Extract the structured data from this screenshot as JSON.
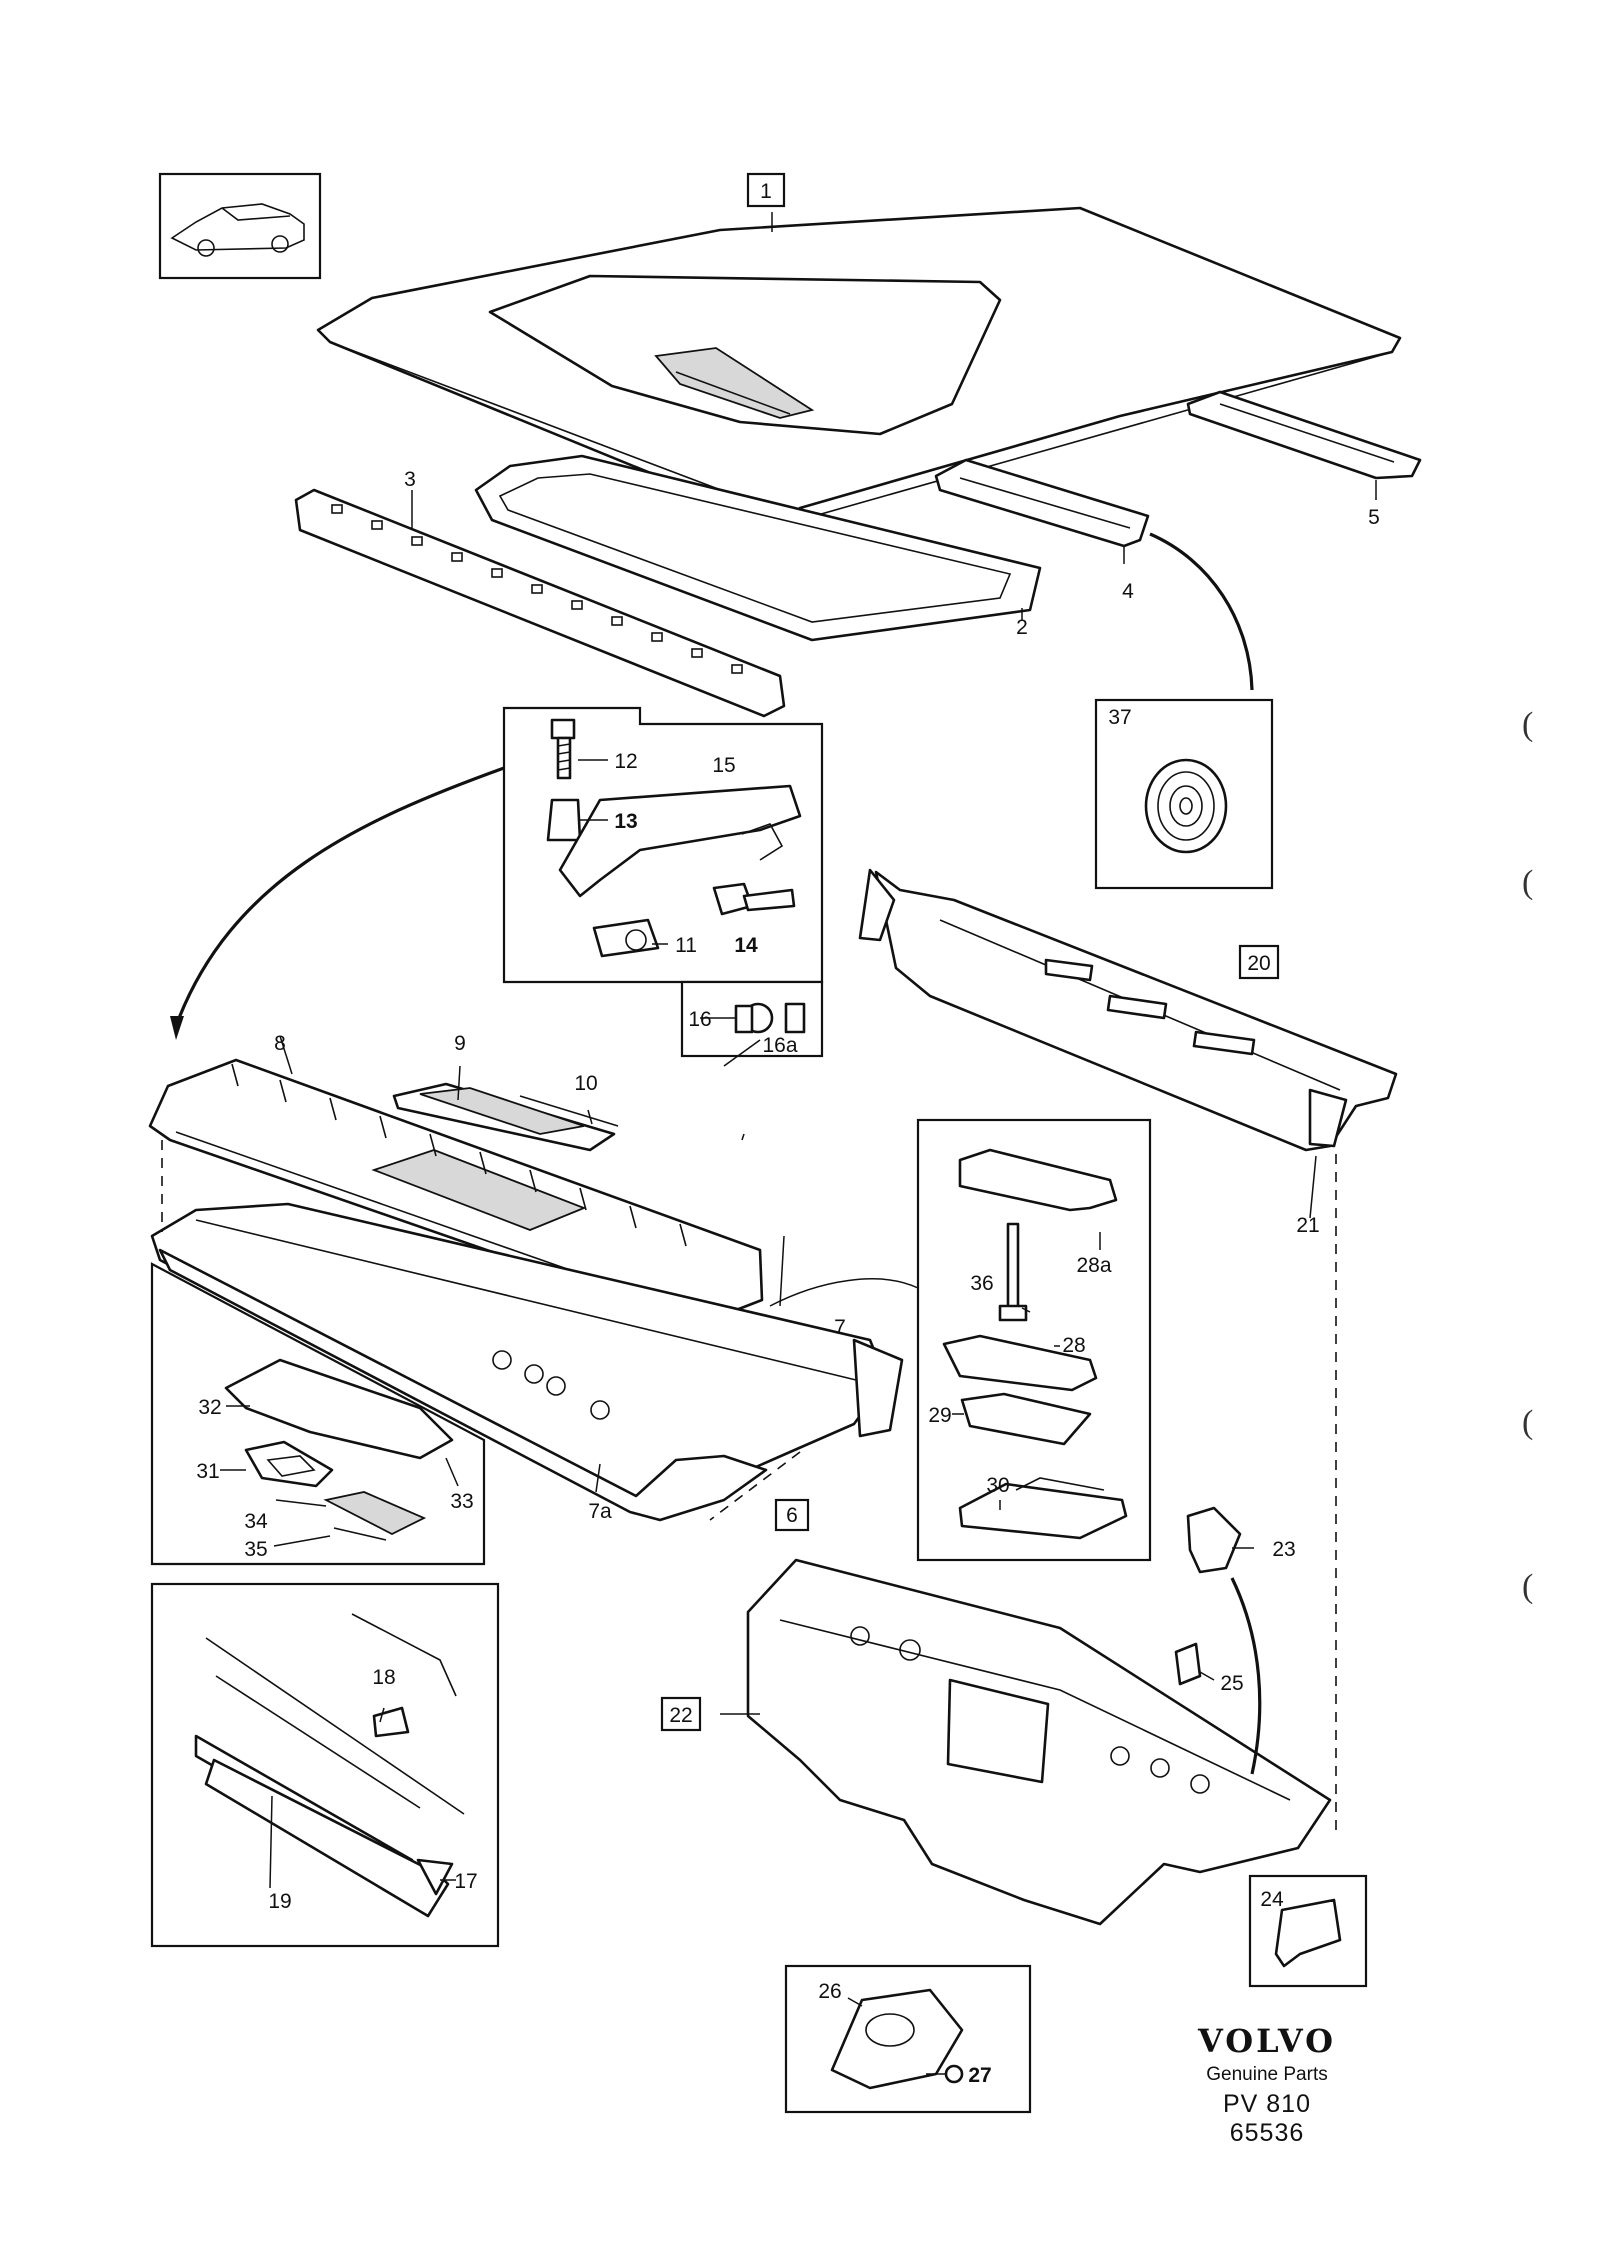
{
  "brand": {
    "logo_text": "VOLVO",
    "subtitle": "Genuine Parts",
    "code": "PV 810 65536"
  },
  "margin_marks": [
    "(",
    "(",
    "(",
    "("
  ],
  "callouts": {
    "c1": "1",
    "c2": "2",
    "c3": "3",
    "c4": "4",
    "c5": "5",
    "c6": "6",
    "c7": "7",
    "c7a": "7a",
    "c8": "8",
    "c9": "9",
    "c10": "10",
    "c11": "11",
    "c12": "12",
    "c13": "13",
    "c14": "14",
    "c15": "15",
    "c16": "16",
    "c16a": "16a",
    "c17": "17",
    "c18": "18",
    "c19": "19",
    "c20": "20",
    "c21": "21",
    "c22": "22",
    "c23": "23",
    "c24": "24",
    "c25": "25",
    "c26": "26",
    "c27": "27",
    "c28": "28",
    "c28a": "28a",
    "c29": "29",
    "c30": "30",
    "c31": "31",
    "c32": "32",
    "c33": "33",
    "c34": "34",
    "c35": "35",
    "c36": "36",
    "c37": "37"
  }
}
